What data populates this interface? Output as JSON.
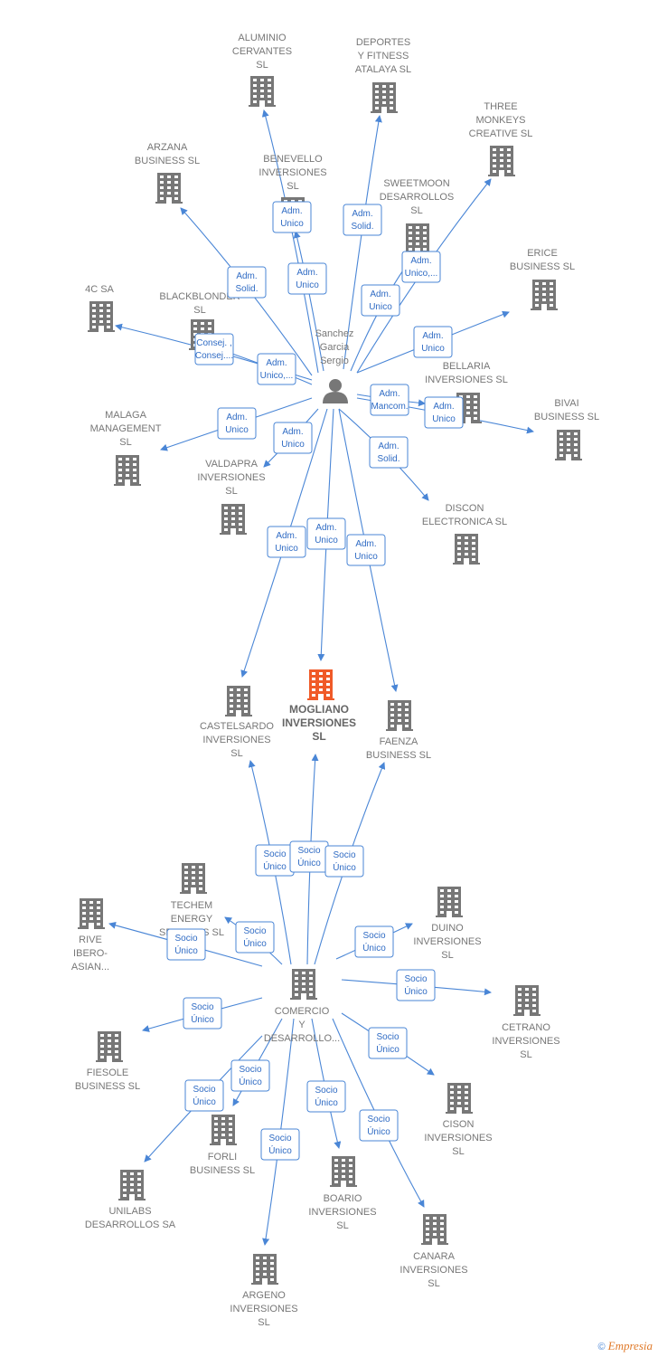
{
  "colors": {
    "edge": "#4a86d6",
    "building": "#777777",
    "building_main": "#f05a28",
    "person": "#777777"
  },
  "person": {
    "id": "sanchez",
    "lines": [
      "Sanchez",
      "Garcia",
      "Sergio"
    ]
  },
  "nodes": [
    {
      "id": "aluminio",
      "lines": [
        "ALUMINIO",
        "CERVANTES",
        "SL"
      ]
    },
    {
      "id": "deportes",
      "lines": [
        "DEPORTES",
        "Y FITNESS",
        "ATALAYA SL"
      ]
    },
    {
      "id": "three",
      "lines": [
        "THREE",
        "MONKEYS",
        "CREATIVE  SL"
      ]
    },
    {
      "id": "arzana",
      "lines": [
        "ARZANA",
        "BUSINESS SL"
      ]
    },
    {
      "id": "benevello",
      "lines": [
        "BENEVELLO",
        "INVERSIONES",
        "SL"
      ]
    },
    {
      "id": "sweetmoon",
      "lines": [
        "SWEETMOON",
        "DESARROLLOS",
        "SL"
      ]
    },
    {
      "id": "erice",
      "lines": [
        "ERICE",
        "BUSINESS SL"
      ]
    },
    {
      "id": "4csa",
      "lines": [
        "4C SA"
      ]
    },
    {
      "id": "blackblonder",
      "lines": [
        "BLACKBLONDER",
        "SL"
      ]
    },
    {
      "id": "bellaria",
      "lines": [
        "BELLARIA",
        "INVERSIONES SL"
      ]
    },
    {
      "id": "bivai",
      "lines": [
        "BIVAI",
        "BUSINESS  SL"
      ]
    },
    {
      "id": "malaga",
      "lines": [
        "MALAGA",
        "MANAGEMENT",
        "SL"
      ]
    },
    {
      "id": "valdapra",
      "lines": [
        "VALDAPRA",
        "INVERSIONES",
        "SL"
      ]
    },
    {
      "id": "discon",
      "lines": [
        "DISCON",
        "ELECTRONICA SL"
      ]
    },
    {
      "id": "castelsardo",
      "lines": [
        "CASTELSARDO",
        "INVERSIONES",
        "SL"
      ]
    },
    {
      "id": "mogliano",
      "lines": [
        "MOGLIANO",
        "INVERSIONES",
        "SL"
      ],
      "main": true
    },
    {
      "id": "faenza",
      "lines": [
        "FAENZA",
        "BUSINESS  SL"
      ]
    },
    {
      "id": "techem",
      "lines": [
        "TECHEM",
        "ENERGY",
        "SERVICES  SL"
      ]
    },
    {
      "id": "rive",
      "lines": [
        "RIVE",
        "IBERO-",
        "ASIAN..."
      ]
    },
    {
      "id": "duino",
      "lines": [
        "DUINO",
        "INVERSIONES",
        "SL"
      ]
    },
    {
      "id": "comercio",
      "lines": [
        "COMERCIO",
        "Y",
        "DESARROLLO..."
      ]
    },
    {
      "id": "cetrano",
      "lines": [
        "CETRANO",
        "INVERSIONES",
        "SL"
      ]
    },
    {
      "id": "fiesole",
      "lines": [
        "FIESOLE",
        "BUSINESS  SL"
      ]
    },
    {
      "id": "cison",
      "lines": [
        "CISON",
        "INVERSIONES",
        "SL"
      ]
    },
    {
      "id": "forli",
      "lines": [
        "FORLI",
        "BUSINESS  SL"
      ]
    },
    {
      "id": "unilabs",
      "lines": [
        "UNILABS",
        "DESARROLLOS SA"
      ]
    },
    {
      "id": "boario",
      "lines": [
        "BOARIO",
        "INVERSIONES",
        "SL"
      ]
    },
    {
      "id": "canara",
      "lines": [
        "CANARA",
        "INVERSIONES",
        "SL"
      ]
    },
    {
      "id": "argeno",
      "lines": [
        "ARGENO",
        "INVERSIONES",
        "SL"
      ]
    }
  ],
  "edges": [
    {
      "from": "sanchez",
      "to": "aluminio",
      "label": [
        "Adm.",
        "Unico"
      ]
    },
    {
      "from": "sanchez",
      "to": "deportes",
      "label": [
        "Adm.",
        "Solid."
      ]
    },
    {
      "from": "sanchez",
      "to": "three",
      "label": [
        "Adm.",
        "Unico,..."
      ]
    },
    {
      "from": "sanchez",
      "to": "arzana",
      "label": [
        "Adm.",
        "Solid."
      ]
    },
    {
      "from": "sanchez",
      "to": "benevello",
      "label": [
        "Adm.",
        "Unico"
      ]
    },
    {
      "from": "sanchez",
      "to": "sweetmoon",
      "label": [
        "Adm.",
        "Unico"
      ]
    },
    {
      "from": "sanchez",
      "to": "erice",
      "label": [
        "Adm.",
        "Unico"
      ]
    },
    {
      "from": "sanchez",
      "to": "4csa",
      "label": [
        "Consej. ,",
        "Consej...."
      ]
    },
    {
      "from": "sanchez",
      "to": "blackblonder",
      "label": [
        "Adm.",
        "Unico,..."
      ]
    },
    {
      "from": "sanchez",
      "to": "bellaria",
      "label": [
        "Adm.",
        "Mancom."
      ]
    },
    {
      "from": "sanchez",
      "to": "bivai",
      "label": [
        "Adm.",
        "Unico"
      ]
    },
    {
      "from": "sanchez",
      "to": "malaga",
      "label": [
        "Adm.",
        "Unico"
      ]
    },
    {
      "from": "sanchez",
      "to": "valdapra",
      "label": [
        "Adm.",
        "Unico"
      ]
    },
    {
      "from": "sanchez",
      "to": "discon",
      "label": [
        "Adm.",
        "Solid."
      ]
    },
    {
      "from": "sanchez",
      "to": "castelsardo",
      "label": [
        "Adm.",
        "Unico"
      ]
    },
    {
      "from": "sanchez",
      "to": "mogliano",
      "label": [
        "Adm.",
        "Unico"
      ]
    },
    {
      "from": "sanchez",
      "to": "faenza",
      "label": [
        "Adm.",
        "Unico"
      ]
    },
    {
      "from": "comercio",
      "to": "castelsardo",
      "label": [
        "Socio",
        "Único"
      ]
    },
    {
      "from": "comercio",
      "to": "mogliano",
      "label": [
        "Socio",
        "Único"
      ]
    },
    {
      "from": "comercio",
      "to": "faenza",
      "label": [
        "Socio",
        "Único"
      ]
    },
    {
      "from": "comercio",
      "to": "techem",
      "label": [
        "Socio",
        "Único"
      ]
    },
    {
      "from": "comercio",
      "to": "rive",
      "label": [
        "Socio",
        "Único"
      ]
    },
    {
      "from": "comercio",
      "to": "duino",
      "label": [
        "Socio",
        "Único"
      ]
    },
    {
      "from": "comercio",
      "to": "cetrano",
      "label": [
        "Socio",
        "Único"
      ]
    },
    {
      "from": "comercio",
      "to": "fiesole",
      "label": [
        "Socio",
        "Único"
      ]
    },
    {
      "from": "comercio",
      "to": "cison",
      "label": [
        "Socio",
        "Único"
      ]
    },
    {
      "from": "comercio",
      "to": "forli",
      "label": [
        "Socio",
        "Único"
      ]
    },
    {
      "from": "comercio",
      "to": "unilabs",
      "label": [
        "Socio",
        "Único"
      ]
    },
    {
      "from": "comercio",
      "to": "boario",
      "label": [
        "Socio",
        "Único"
      ]
    },
    {
      "from": "comercio",
      "to": "canara",
      "label": [
        "Socio",
        "Único"
      ]
    },
    {
      "from": "comercio",
      "to": "argeno",
      "label": [
        "Socio",
        "Único"
      ]
    }
  ],
  "footer": {
    "copyright": "©",
    "brand": "Empresia"
  }
}
